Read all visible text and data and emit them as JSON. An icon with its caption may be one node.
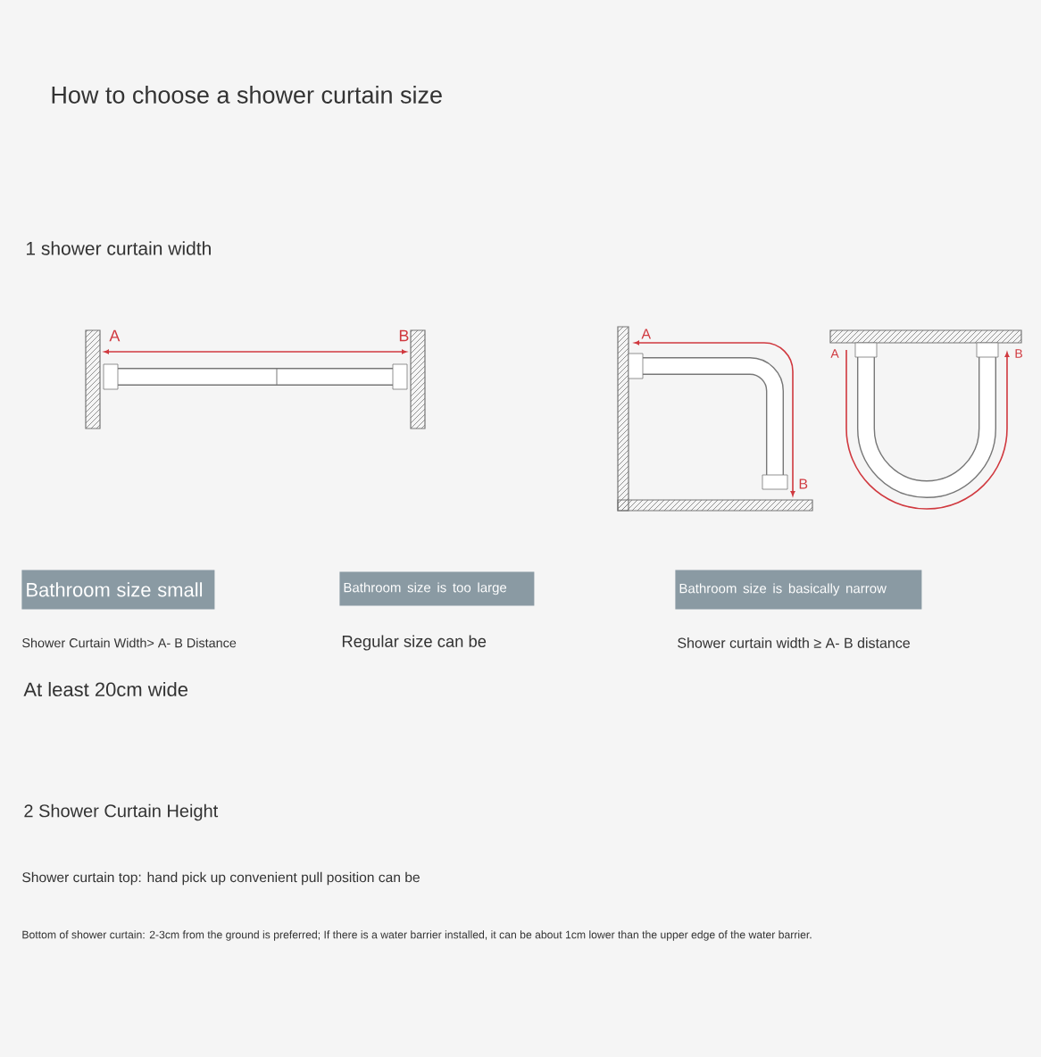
{
  "diagram": {
    "title": "How to choose a shower curtain size",
    "nodes": [
      {
        "text": [
          "Bathroom size small"
        ]
      },
      {
        "text": [
          "Bathroom size is too large"
        ]
      },
      {
        "text": [
          "Bathroom size is basically narrow"
        ]
      }
    ],
    "labels": [
      "1 shower curtain width",
      "A",
      "B",
      "A",
      "B",
      "A",
      "B",
      "Shower Curtain Width> A- B Distance",
      "Regular size can be",
      "Shower curtain width ≥ A- B distance",
      "At least 20cm wide",
      "2 Shower Curtain Height",
      "Shower curtain top: hand pick up convenient pull position can be",
      "Bottom of shower curtain: 2-3cm from the ground is preferred; If there is a water barrier installed, it can be about 1cm lower than the upper edge of the water barrier."
    ]
  }
}
